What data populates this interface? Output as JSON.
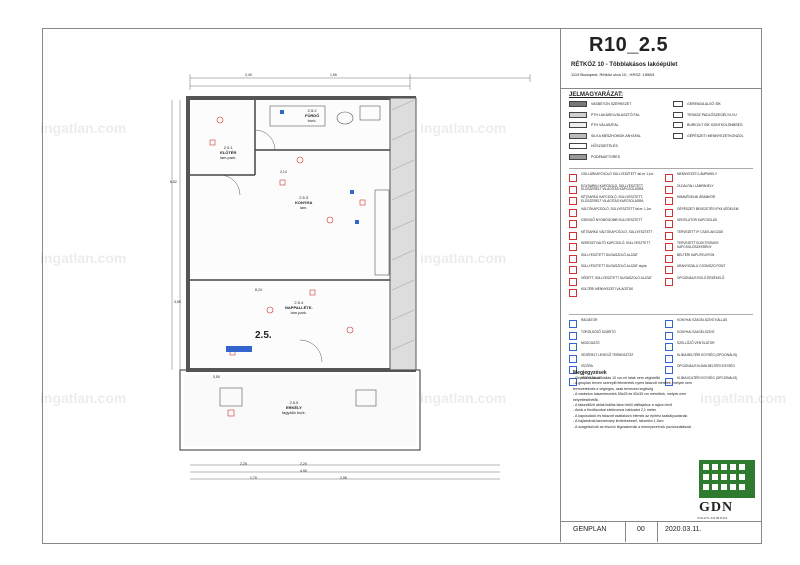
{
  "title_block": {
    "code": "R10_2.5",
    "project": "RÉTKÖZ 10 - Többlakásos lakóépület",
    "address": "1119 Budapest, Rétköz utca 10., HRSZ: 1558/1"
  },
  "legend": {
    "title": "JELMAGYARÁZAT:",
    "materials": [
      {
        "label": "VASBETON SZERKEZET",
        "fill": "#777777"
      },
      {
        "label": "PTH LAKÁSELVÁLASZTÓ FAL",
        "fill": "#d0d0d0"
      },
      {
        "label": "PTH VÁLASZFAL",
        "fill": "#eeeeee"
      },
      {
        "label": "SILKA MÉSZHOMOK ANYAFAL",
        "fill": "#bbbbbb"
      },
      {
        "label": "HŐSZIGETELÉS",
        "fill": "#ffffff"
      },
      {
        "label": "PODEMATTORES",
        "fill": "#999999"
      }
    ],
    "materials_right": [
      "GERENDA ALSÓ SÍK",
      "TERASZ PADLÓSZEGÉLY/LYU",
      "BURKOLT SÍK SZINTKÜLÖNBSÉG",
      "GÉPÉSZETI MENNYEZETKONZOL"
    ]
  },
  "electrical": {
    "left": [
      "CSILLÁRKAPCSOLÓ SÜLLYESZTETT fal.m: 1,1m",
      "EGYSARKÚ KAPCSOLÓ, SÜLLYESZTETT, ELŐSZERELT VILÁGÍTÁS KAPCSOLÁSRA",
      "KÉTSARKÚ KAPCSOLÓ, SÜLLYESZTETT, ELŐSZERELT VILÁGÍTÁS KAPCSOLÁSRA",
      "VÁLTÓKAPCSOLÓ, SÜLLYESZTETT fal.m: 1,1m",
      "CSENGŐ NYOMÓGOMB SÜLLYESZTETT",
      "KÉTSARKÚ VÁLTÓKAPCSOLÓ, SÜLLYESZTETT",
      "KERESZTVÁLTÓ KAPCSOLÓ, SÜLLYESZTETT",
      "SÜLLYESZTETT DUGASZOLÓ ALJZAT",
      "SÜLLYESZTETT DUGASZOLÓ ALJZAT dupla",
      "VÉDETT, SÜLLYESZTETT DUGASZOLÓ ALJZAT",
      "KÜLTÉRI MENNYEZETI VILÁGÍTÁS"
    ],
    "right": [
      "MENNYEZETI LÁMPAHELY",
      "OLDALFALI LÁMPAHELY",
      "HIBAVÉDELMI ÁRAMKÖR",
      "GÉPÉSZETI BEVEZETÉS IPX4 VÉDELEM",
      "VENTILÁTOR KAPCSOLÁS",
      "TERVEZETT IP CSATLAKOZÁS",
      "TERVEZETT ELEKTROMOS KAPCSOLÓSZEKRÉNY",
      "BELTÉRI KAPUTELEFON",
      "ARANYSZÁLÚ CSOMÓZÓ PONT",
      "OPCIONÁLIS ROLÓ ÉRZÉKELŐ"
    ]
  },
  "mechanical": {
    "left": [
      "RADIÁTOR",
      "TÖRÖLKÖZŐ SZÁRÍTÓ",
      "MOSOGATÓ",
      "VEZÉRELT LEVEGŐ TERMOSZTÁT",
      "VÍZÓRA",
      "VÍZÓ KÁLLAS"
    ],
    "right": [
      "KONYHAI SZAGELSZÍVÓ KÁLLÁS",
      "KONYHAI SZAGELSZÍVÓ",
      "SZELLŐZŐ VENTILÁTOR",
      "KLÍMA BELTÉRI EGYSÉG (OPCIONÁLIS)",
      "OPCIONÁLIS KLÍMA BELTÉRI EGYSÉG",
      "KLÍMA KÜLTÉRI EGYSÉG (OPCIONÁLIS)"
    ]
  },
  "notes": {
    "title": "Megjegyzések",
    "lines": [
      "- Gépészeti akna kiállás 10 cm-rel falak nem véghetők!",
      "- A geoplan terven szereplő felméretek nyers falazott méretek, melyek nem",
      "  tervezeteknek a végleges, csak tervezési segítség",
      "- A vasbeton falszerkezetek 55x25 és 50x35 cm méretűek, melyek nem",
      "  helyettesíthetők.",
      "- A falszellőző ablak kiállás falon felüli vállfajához a rajzon lévő",
      "- Anúk a fürdőszobai elektromos hálózatot 2,1 méter",
      "- A kapcsolódó és falazott csatlakozó elemek az építési szabályozásnak",
      "- A hajlatoknál tanúsítvány kivitelezéssel, takaritón 1,5cm",
      "- A szagelszívók az elszívó légcsatornák a mennyezeti sík pozícionálásnál."
    ]
  },
  "footer": {
    "sheet": "GENPLAN",
    "rev": "00",
    "date": "2020.03.11."
  },
  "logo": {
    "name": "GDN",
    "sub": "INGATLANIRODA"
  },
  "rooms": [
    {
      "num": "2.5.1",
      "name": "ELŐTÉR",
      "area": "lam.park."
    },
    {
      "num": "2.5.2",
      "name": "FÜRDŐ",
      "area": "burk."
    },
    {
      "num": "2.5.3",
      "name": "KONYHA",
      "area": "lam."
    },
    {
      "num": "2.5.4",
      "name": "NAPPALI-ÉTK.",
      "area": "lam.park."
    },
    {
      "num": "2.5.5",
      "name": "ERKÉLY",
      "area": "fagyálló burk."
    }
  ],
  "unit": "2.5.",
  "dims": [
    "2,40",
    "1,55",
    "2,14",
    "6,52",
    "3,55",
    "8,24",
    "0,50",
    "2,25",
    "2,20",
    "4,90",
    "1,70",
    "2,95"
  ],
  "watermark": "ingatlan.com"
}
